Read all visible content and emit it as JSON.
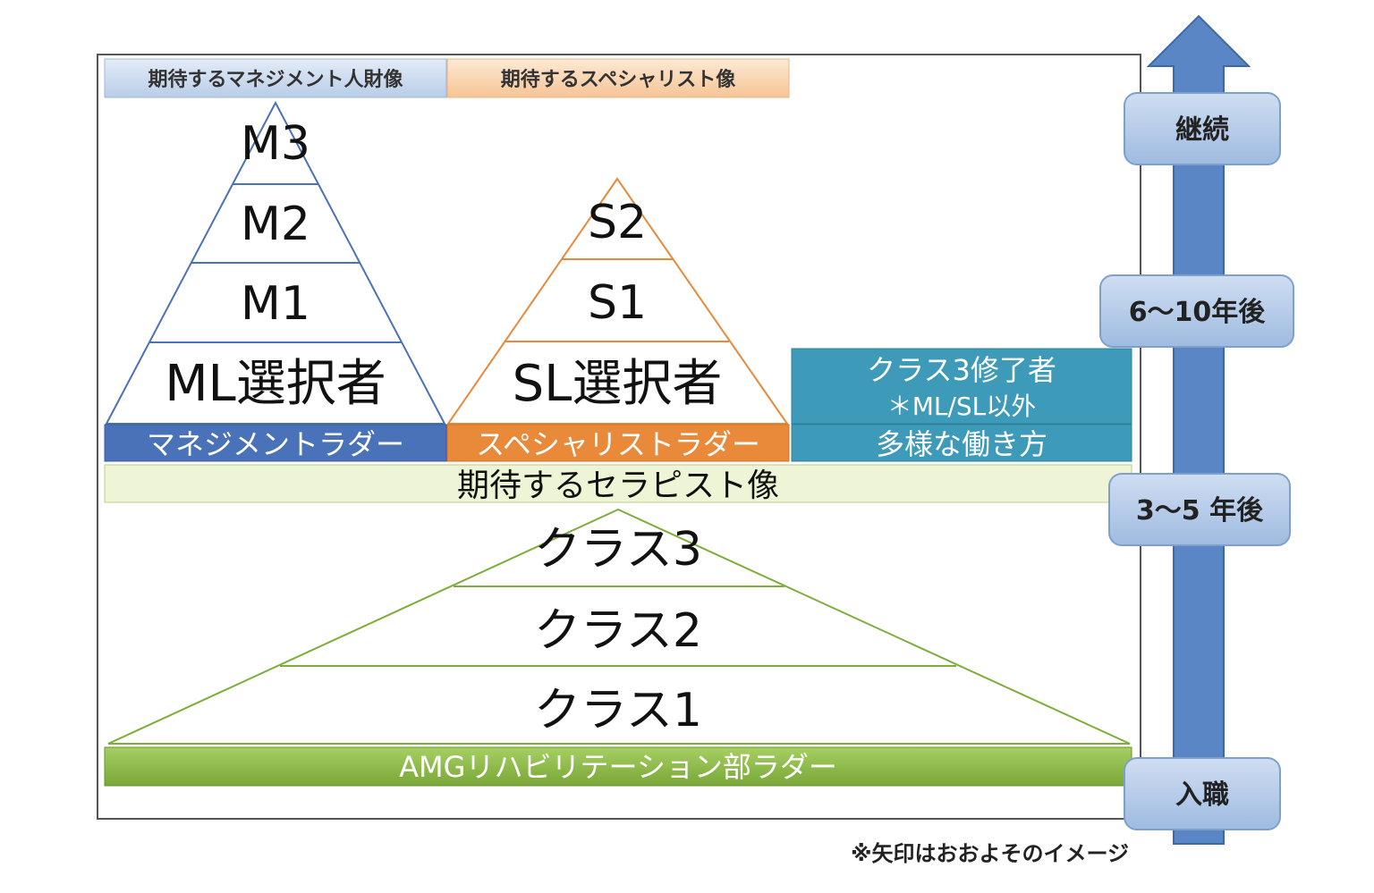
{
  "headers": {
    "management": "期待するマネジメント人財像",
    "specialist": "期待するスペシャリスト像"
  },
  "management_pyramid": {
    "levels": [
      "M3",
      "M2",
      "M1",
      "ML選択者"
    ],
    "band": "マネジメントラダー"
  },
  "specialist_pyramid": {
    "levels": [
      "S2",
      "S1",
      "SL選択者"
    ],
    "band": "スペシャリストラダー"
  },
  "other_track": {
    "line1": "クラス3修了者",
    "line2": "＊ML/SL以外",
    "band": "多様な働き方"
  },
  "therapist_band": "期待するセラピスト像",
  "class_pyramid": {
    "levels": [
      "クラス3",
      "クラス2",
      "クラス1"
    ],
    "band": "AMGリハビリテーション部ラダー"
  },
  "timeline": {
    "stages": [
      "継続",
      "6～10年後",
      "3～5 年後",
      "入職"
    ]
  },
  "note": "※矢印はおおよそのイメージ",
  "colors": {
    "management": "#4a72b8",
    "specialist": "#e9893a",
    "other": "#3d9ab8",
    "therapist": "#eef5d6",
    "class": "#7fad3c",
    "arrow": "#5b86c6",
    "stage": "#a9c2e3"
  }
}
